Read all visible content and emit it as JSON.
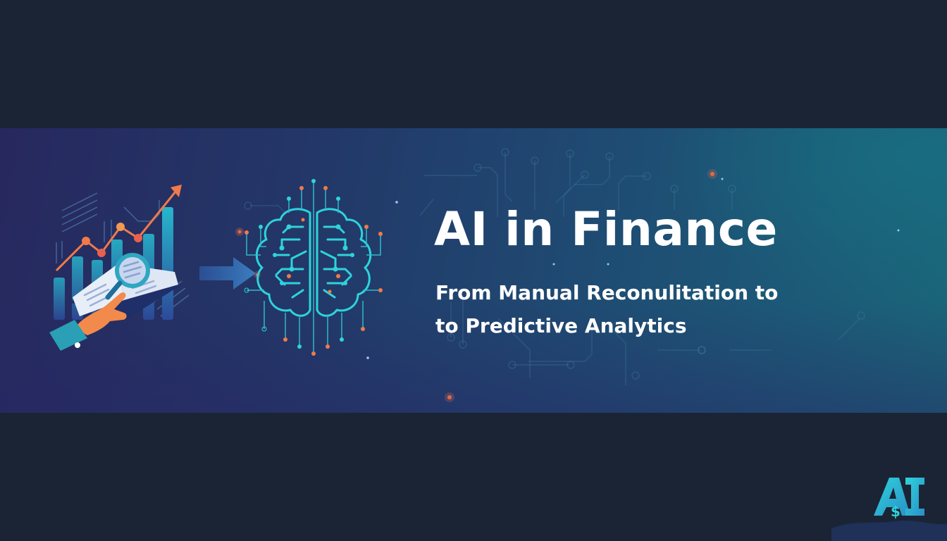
{
  "hero": {
    "title": "AI in Finance",
    "subtitle_line1": "From Manual Reconulitation to",
    "subtitle_line2": "to Predictive Analytics"
  },
  "illustrations": {
    "left": "finance-analysis-illustration",
    "arrow": "right-arrow-icon",
    "center": "ai-brain-circuit-icon"
  },
  "logo": {
    "text": "AI",
    "symbol": "$"
  },
  "colors": {
    "page_background": "#1b2434",
    "banner_left": "#27285e",
    "banner_right": "#1a6679",
    "accent_cyan": "#2ec4d6",
    "accent_orange": "#f07a4a",
    "text": "#ffffff"
  }
}
